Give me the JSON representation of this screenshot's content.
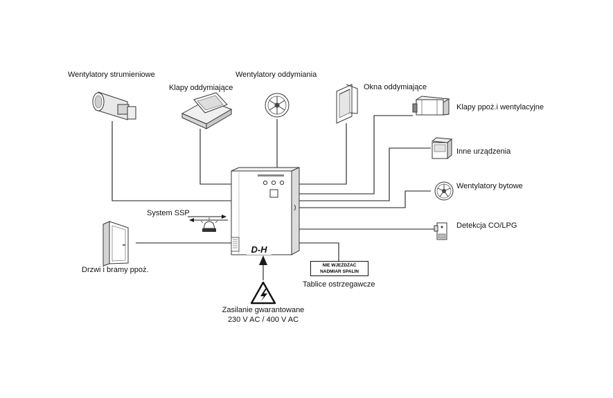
{
  "labels": {
    "wentylatory_strumieniowe": "Wentylatory strumieniowe",
    "klapy_oddymiajace": "Klapy oddymiające",
    "wentylatory_oddymiania": "Wentylatory oddymiania",
    "okna_oddymiajace": "Okna oddymiające",
    "klapy_ppoz": "Klapy ppoż.i wentylacyjne",
    "inne_urzadzenia": "Inne urządzenia",
    "wentylatory_bytowe": "Wentylatory bytowe",
    "system_ssp": "System SSP",
    "detekcja": "Detekcja CO/LPG",
    "drzwi": "Drzwi i bramy ppoż.",
    "tablice": "Tablice ostrzegawcze",
    "zasilanie_line1": "Zasilanie gwarantowane",
    "zasilanie_line2": "230 V AC / 400 V AC"
  },
  "sign": {
    "line1": "NIE WJEŻDŻAĆ",
    "line2": "NADMIAR SPALIN"
  },
  "cabinet": {
    "logo": "D-H"
  },
  "icons": {
    "jet_fan": "jet-fan-icon",
    "smoke_hatch": "smoke-hatch-icon",
    "smoke_fan": "smoke-fan-icon",
    "smoke_window": "smoke-window-icon",
    "fire_damper": "fire-damper-icon",
    "other_device": "other-device-icon",
    "domestic_fan": "domestic-fan-icon",
    "beacon": "alarm-beacon-icon",
    "gas_detector": "gas-detector-icon",
    "fire_door": "fire-door-icon",
    "high_voltage": "high-voltage-warning-icon"
  }
}
